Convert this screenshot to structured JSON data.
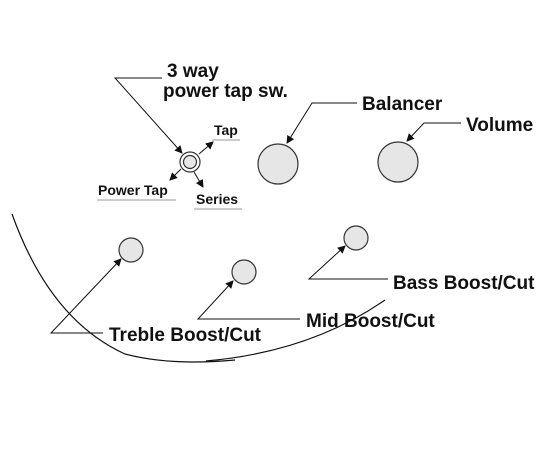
{
  "labels": {
    "switch_line1": "3 way",
    "switch_line2": "power tap sw.",
    "tap": "Tap",
    "power_tap": "Power Tap",
    "series": "Series",
    "balancer": "Balancer",
    "volume": "Volume",
    "bass": "Bass Boost/Cut",
    "mid": "Mid Boost/Cut",
    "treble": "Treble Boost/Cut"
  },
  "colors": {
    "knob_fill": "#e6e6e6",
    "knob_stroke": "#333333",
    "line": "#111111",
    "text": "#111111"
  }
}
